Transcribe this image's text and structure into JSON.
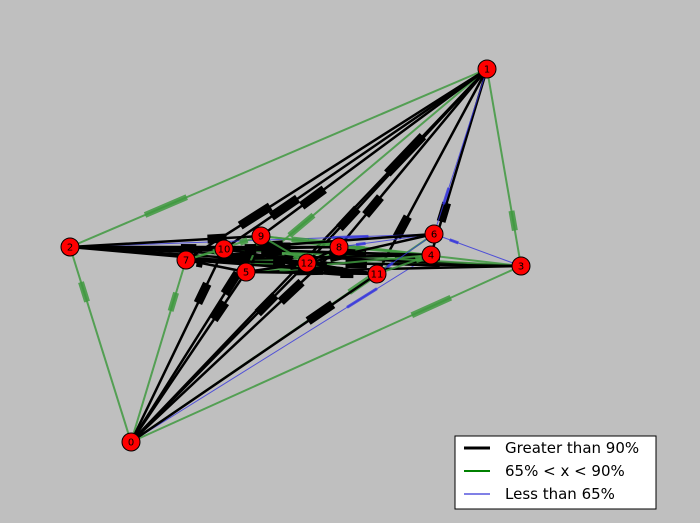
{
  "legend": {
    "items": [
      {
        "label": "Greater than 90%",
        "color": "#000000"
      },
      {
        "label": "65% < x < 90%",
        "color": "#008000"
      },
      {
        "label": "Less than 65%",
        "color": "#0000cc"
      }
    ]
  },
  "colors": {
    "background": "#bfbfbf",
    "node_fill": "#ff0000",
    "strong": "#000000",
    "medium": "#3f993f",
    "weak": "#3333dd"
  },
  "nodes": [
    {
      "id": "0"
    },
    {
      "id": "1"
    },
    {
      "id": "2"
    },
    {
      "id": "3"
    },
    {
      "id": "4"
    },
    {
      "id": "5"
    },
    {
      "id": "6"
    },
    {
      "id": "7"
    },
    {
      "id": "8"
    },
    {
      "id": "9"
    },
    {
      "id": "10"
    },
    {
      "id": "11"
    },
    {
      "id": "12"
    }
  ],
  "edges": [
    {
      "from": "0",
      "to": "1",
      "category": "strong"
    },
    {
      "from": "0",
      "to": "2",
      "category": "medium"
    },
    {
      "from": "0",
      "to": "3",
      "category": "medium"
    },
    {
      "from": "0",
      "to": "4",
      "category": "weak"
    },
    {
      "from": "0",
      "to": "5",
      "category": "strong"
    },
    {
      "from": "0",
      "to": "6",
      "category": "medium"
    },
    {
      "from": "0",
      "to": "7",
      "category": "medium"
    },
    {
      "from": "0",
      "to": "8",
      "category": "strong"
    },
    {
      "from": "0",
      "to": "9",
      "category": "strong"
    },
    {
      "from": "0",
      "to": "10",
      "category": "strong"
    },
    {
      "from": "0",
      "to": "11",
      "category": "strong"
    },
    {
      "from": "0",
      "to": "12",
      "category": "strong"
    },
    {
      "from": "1",
      "to": "2",
      "category": "medium"
    },
    {
      "from": "1",
      "to": "3",
      "category": "medium"
    },
    {
      "from": "1",
      "to": "4",
      "category": "strong"
    },
    {
      "from": "1",
      "to": "5",
      "category": "medium"
    },
    {
      "from": "1",
      "to": "6",
      "category": "weak"
    },
    {
      "from": "1",
      "to": "7",
      "category": "strong"
    },
    {
      "from": "1",
      "to": "8",
      "category": "strong"
    },
    {
      "from": "1",
      "to": "9",
      "category": "strong"
    },
    {
      "from": "1",
      "to": "10",
      "category": "strong"
    },
    {
      "from": "1",
      "to": "11",
      "category": "strong"
    },
    {
      "from": "1",
      "to": "12",
      "category": "strong"
    },
    {
      "from": "2",
      "to": "3",
      "category": "strong"
    },
    {
      "from": "2",
      "to": "4",
      "category": "strong"
    },
    {
      "from": "2",
      "to": "6",
      "category": "weak"
    },
    {
      "from": "2",
      "to": "8",
      "category": "strong"
    },
    {
      "from": "2",
      "to": "9",
      "category": "strong"
    },
    {
      "from": "2",
      "to": "10",
      "category": "strong"
    },
    {
      "from": "2",
      "to": "11",
      "category": "strong"
    },
    {
      "from": "2",
      "to": "12",
      "category": "strong"
    },
    {
      "from": "3",
      "to": "5",
      "category": "strong"
    },
    {
      "from": "3",
      "to": "6",
      "category": "weak"
    },
    {
      "from": "3",
      "to": "7",
      "category": "medium"
    },
    {
      "from": "3",
      "to": "9",
      "category": "medium"
    },
    {
      "from": "3",
      "to": "10",
      "category": "medium"
    },
    {
      "from": "3",
      "to": "12",
      "category": "strong"
    },
    {
      "from": "4",
      "to": "7",
      "category": "strong"
    },
    {
      "from": "4",
      "to": "8",
      "category": "medium"
    },
    {
      "from": "4",
      "to": "9",
      "category": "medium"
    },
    {
      "from": "4",
      "to": "10",
      "category": "strong"
    },
    {
      "from": "4",
      "to": "5",
      "category": "medium"
    },
    {
      "from": "5",
      "to": "7",
      "category": "strong"
    },
    {
      "from": "5",
      "to": "9",
      "category": "medium"
    },
    {
      "from": "5",
      "to": "11",
      "category": "strong"
    },
    {
      "from": "5",
      "to": "12",
      "category": "strong"
    },
    {
      "from": "6",
      "to": "8",
      "category": "weak"
    },
    {
      "from": "6",
      "to": "10",
      "category": "strong"
    },
    {
      "from": "6",
      "to": "11",
      "category": "weak"
    },
    {
      "from": "6",
      "to": "12",
      "category": "strong"
    },
    {
      "from": "7",
      "to": "9",
      "category": "medium"
    },
    {
      "from": "7",
      "to": "10",
      "category": "medium"
    },
    {
      "from": "7",
      "to": "11",
      "category": "strong"
    },
    {
      "from": "7",
      "to": "12",
      "category": "strong"
    },
    {
      "from": "8",
      "to": "10",
      "category": "strong"
    },
    {
      "from": "8",
      "to": "12",
      "category": "strong"
    },
    {
      "from": "9",
      "to": "12",
      "category": "medium"
    },
    {
      "from": "10",
      "to": "12",
      "category": "strong"
    },
    {
      "from": "11",
      "to": "12",
      "category": "strong"
    },
    {
      "from": "11",
      "to": "4",
      "category": "medium"
    }
  ]
}
